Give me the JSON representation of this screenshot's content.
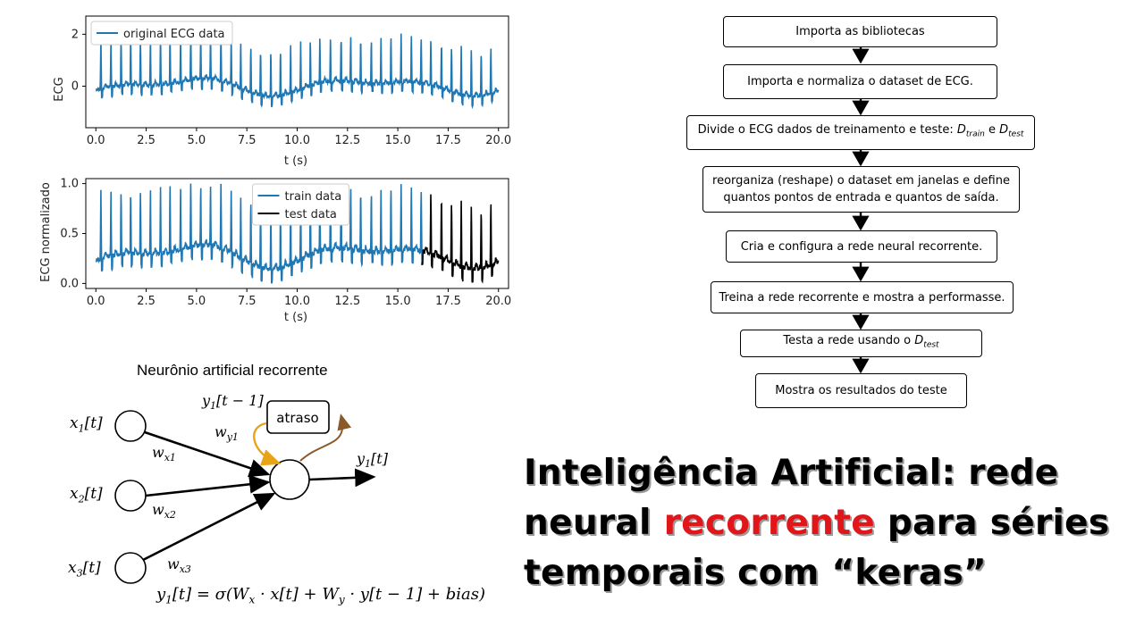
{
  "chart_data": [
    {
      "type": "line",
      "xlabel": "t (s)",
      "ylabel": "ECG",
      "xlim": [
        -0.5,
        20.5
      ],
      "ylim": [
        -1.6,
        2.7
      ],
      "x_ticks": [
        "0.0",
        "2.5",
        "5.0",
        "7.5",
        "10.0",
        "12.5",
        "15.0",
        "17.5",
        "20.0"
      ],
      "y_ticks": [
        "2",
        "0"
      ],
      "legend": "top-left",
      "grid": false,
      "series": [
        {
          "name": "original ECG data",
          "color": "#1f77b4",
          "x_range": [
            0,
            20
          ]
        }
      ]
    },
    {
      "type": "line",
      "xlabel": "t (s)",
      "ylabel": "ECG normalizado",
      "xlim": [
        -0.5,
        20.5
      ],
      "ylim": [
        -0.05,
        1.05
      ],
      "x_ticks": [
        "0.0",
        "2.5",
        "5.0",
        "7.5",
        "10.0",
        "12.5",
        "15.0",
        "17.5",
        "20.0"
      ],
      "y_ticks": [
        "1.0",
        "0.5",
        "0.0"
      ],
      "legend": "top-center",
      "grid": false,
      "series": [
        {
          "name": "train data",
          "color": "#1f77b4",
          "x_range": [
            0,
            16.2
          ]
        },
        {
          "name": "test data",
          "color": "#000000",
          "x_range": [
            16.2,
            20
          ]
        }
      ]
    }
  ],
  "neuron": {
    "title": "Neurônio artificial recorrente",
    "delay_label": "atraso"
  },
  "flowchart": {
    "steps": [
      "Importa as bibliotecas",
      "Importa e normaliza o dataset de ECG.",
      "Divide o ECG dados de treinamento e teste:",
      "reorganiza (reshape) o dataset em janelas e define quantos pontos de entrada e quantos de saída.",
      "Cria e configura a rede neural recorrente.",
      "Treina a rede recorrente e mostra a performasse.",
      "Testa a rede usando o",
      "Mostra os resultados do teste"
    ],
    "d_train_sub": "train",
    "d_test_sub": "test",
    "d_symbol": "D",
    "and": "e"
  },
  "title": {
    "line1": "Inteligência Artificial: rede",
    "line2_a": "neural ",
    "line2_red": "recorrente",
    "line2_b": " para séries",
    "line3": "temporais com “keras”"
  },
  "colors": {
    "series_blue": "#1f77b4",
    "accent_red": "#e0161b",
    "feedback_yellow": "#e8a317",
    "feedback_brown": "#8b5a2b"
  }
}
